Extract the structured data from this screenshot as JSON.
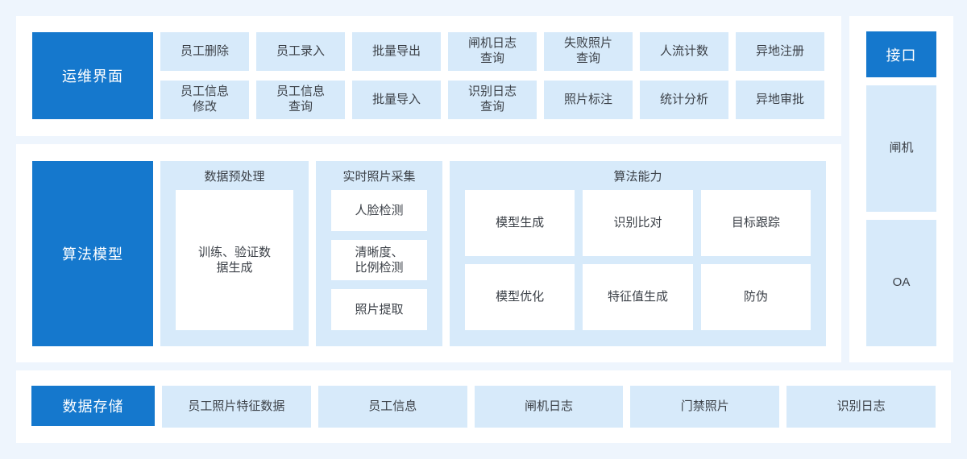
{
  "colors": {
    "accent_blue": "#1578cd",
    "tile_blue": "#d7eafa",
    "panel_white": "#ffffff",
    "page_background": "#eef5fd",
    "text": "#3c4148"
  },
  "ops": {
    "label": "运维界面",
    "row1": [
      "员工删除",
      "员工录入",
      "批量导出",
      "闸机日志\n查询",
      "失败照片\n查询",
      "人流计数",
      "异地注册"
    ],
    "row2": [
      "员工信息\n修改",
      "员工信息\n查询",
      "批量导入",
      "识别日志\n查询",
      "照片标注",
      "统计分析",
      "异地审批"
    ]
  },
  "algo": {
    "label": "算法模型",
    "preprocess": {
      "title": "数据预处理",
      "items": [
        "训练、验证数\n据生成"
      ]
    },
    "capture": {
      "title": "实时照片采集",
      "items": [
        "人脸检测",
        "清晰度、\n比例检测",
        "照片提取"
      ]
    },
    "ability": {
      "title": "算法能力",
      "items": [
        "模型生成",
        "识别比对",
        "目标跟踪",
        "模型优化",
        "特征值生成",
        "防伪"
      ]
    }
  },
  "interfaces": {
    "label": "接口",
    "items": [
      "闸机",
      "OA"
    ]
  },
  "storage": {
    "label": "数据存储",
    "items": [
      "员工照片特征数据",
      "员工信息",
      "闸机日志",
      "门禁照片",
      "识别日志"
    ]
  }
}
